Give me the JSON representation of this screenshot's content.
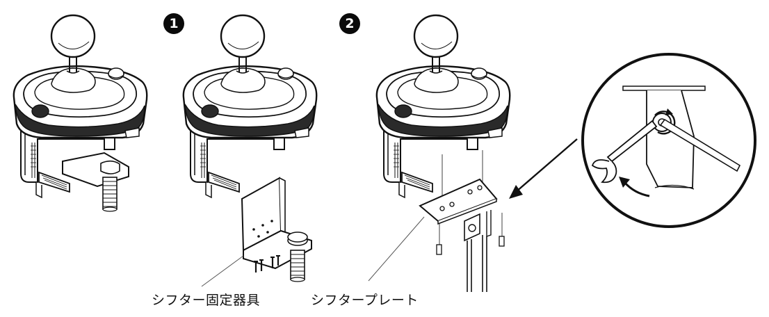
{
  "steps": [
    {
      "number": "1"
    },
    {
      "number": "2"
    }
  ],
  "labels": {
    "shifter_clamp": "シフター固定器具",
    "shifter_plate": "シフタープレート"
  },
  "colors": {
    "ink": "#111111",
    "body_fill": "#ffffff",
    "shade": "#9a9a9a"
  }
}
